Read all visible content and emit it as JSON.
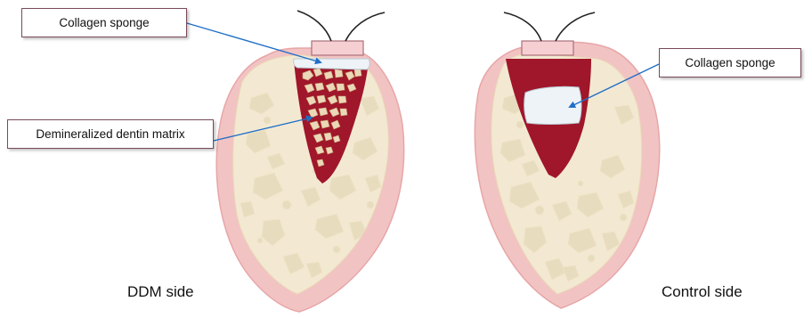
{
  "callouts": {
    "ddm_sponge": "Collagen sponge",
    "dentin_matrix": "Demineralized dentin matrix",
    "control_sponge": "Collagen sponge"
  },
  "labels": {
    "ddm_side": "DDM side",
    "control_side": "Control side"
  },
  "colors": {
    "gingiva": "#f2c3c3",
    "gingiva_edge": "#e7a6a8",
    "bone": "#f3e9d2",
    "trabecular": "#e8dcbe",
    "socket_blood": "#a0162a",
    "dentin_particles": "#ead8b8",
    "sponge": "#eef3f7",
    "arrow": "#1f6fc7"
  }
}
